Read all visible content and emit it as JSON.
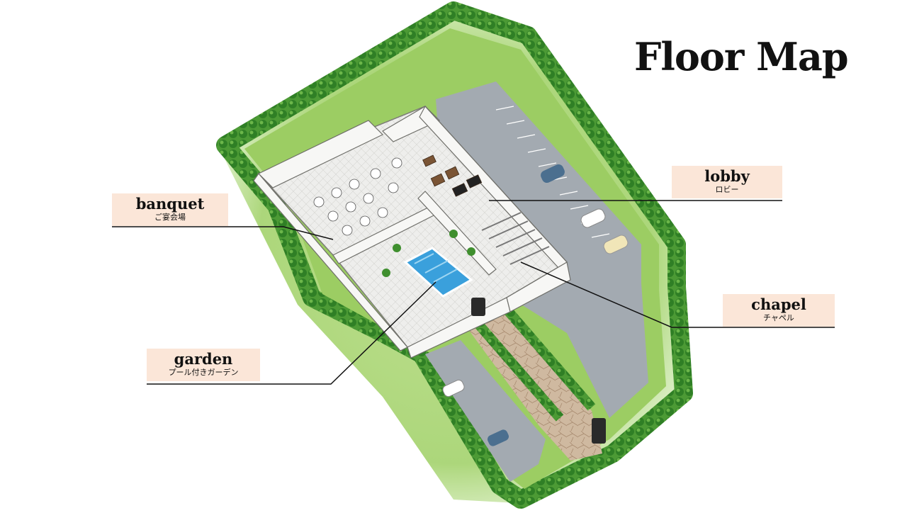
{
  "header": {
    "title": "Floor Map"
  },
  "labels": {
    "lobby": {
      "en": "lobby",
      "ja": "ロビー"
    },
    "banquet": {
      "en": "banquet",
      "ja": "ご宴会場"
    },
    "chapel": {
      "en": "chapel",
      "ja": "チャペル"
    },
    "garden": {
      "en": "garden",
      "ja": "プール付きガーデン"
    }
  },
  "colors": {
    "label_bg": "#fbe6d8",
    "grass": "#8fc85a",
    "trees": "#3f8f2e",
    "parking": "#9aa3ab",
    "pool": "#3aa0dc",
    "walls": "#f4f4f2",
    "leader_line": "#111111"
  }
}
